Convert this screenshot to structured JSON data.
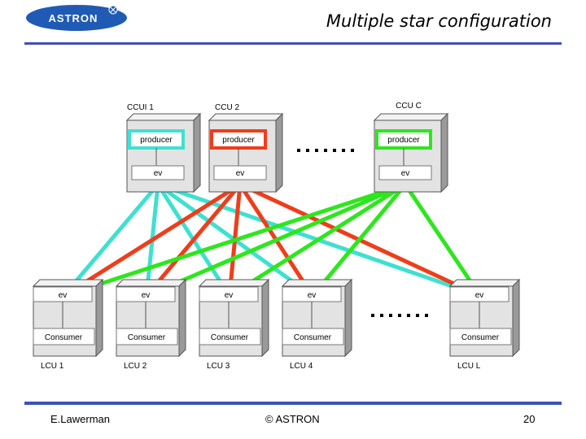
{
  "slide": {
    "logo_text": "ASTRON",
    "title": "Multiple star configuration",
    "footer_left": "E.Lawerman",
    "footer_center": "© ASTRON",
    "page_number": "20"
  },
  "colors": {
    "cyan": "#3ee0d0",
    "red": "#ef3d1b",
    "green": "#2ee61e",
    "accent_blue": "#3f51b5"
  },
  "ccus": [
    {
      "name": "CCUI 1",
      "producer": "producer",
      "ev": "ev",
      "border_color": "cyan"
    },
    {
      "name": "CCU 2",
      "producer": "producer",
      "ev": "ev",
      "border_color": "red"
    },
    {
      "name": "CCU C",
      "producer": "producer",
      "ev": "ev",
      "border_color": "green"
    }
  ],
  "lcus": [
    {
      "name": "LCU 1",
      "ev": "ev",
      "consumer": "Consumer"
    },
    {
      "name": "LCU 2",
      "ev": "ev",
      "consumer": "Consumer"
    },
    {
      "name": "LCU 3",
      "ev": "ev",
      "consumer": "Consumer"
    },
    {
      "name": "LCU 4",
      "ev": "ev",
      "consumer": "Consumer"
    },
    {
      "name": "LCU L",
      "ev": "ev",
      "consumer": "Consumer"
    }
  ],
  "ellipsis_icon": "dotted-ellipsis"
}
